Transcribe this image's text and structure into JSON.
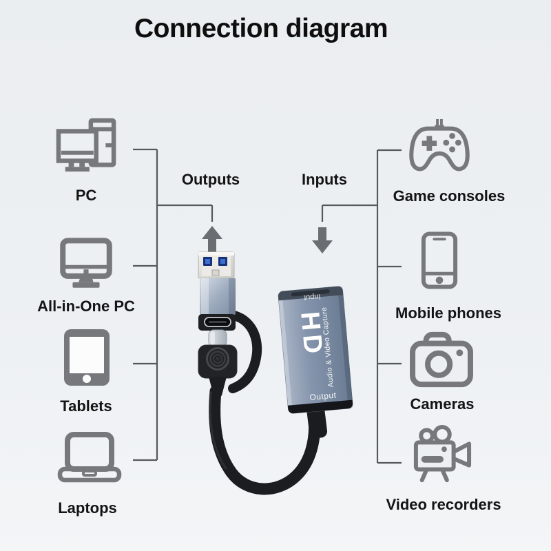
{
  "title": "Connection diagram",
  "colors": {
    "bg_color": "#edf0f3",
    "text_color": "#141414",
    "line_color": "#54585b",
    "icon_color": "#76787b",
    "arrow_color": "#6a6e72",
    "device_body_color": "#8494ac",
    "cable_color": "#1b1d20"
  },
  "flow": {
    "outputs_label": "Outputs",
    "inputs_label": "Inputs"
  },
  "left_column": {
    "items": [
      {
        "label": "PC",
        "icon": "desktop-pc-icon"
      },
      {
        "label": "All-in-One PC",
        "icon": "all-in-one-pc-icon"
      },
      {
        "label": "Tablets",
        "icon": "tablet-icon"
      },
      {
        "label": "Laptops",
        "icon": "laptop-icon"
      }
    ]
  },
  "right_column": {
    "items": [
      {
        "label": "Game consoles",
        "icon": "gamepad-icon"
      },
      {
        "label": "Mobile phones",
        "icon": "mobile-phone-icon"
      },
      {
        "label": "Cameras",
        "icon": "camera-icon"
      },
      {
        "label": "Video recorders",
        "icon": "video-camera-icon"
      }
    ]
  },
  "device": {
    "hd_logo": "HD",
    "tagline": "Audio & Video Capture",
    "input_port_label": "Input",
    "output_port_label": "Output"
  }
}
